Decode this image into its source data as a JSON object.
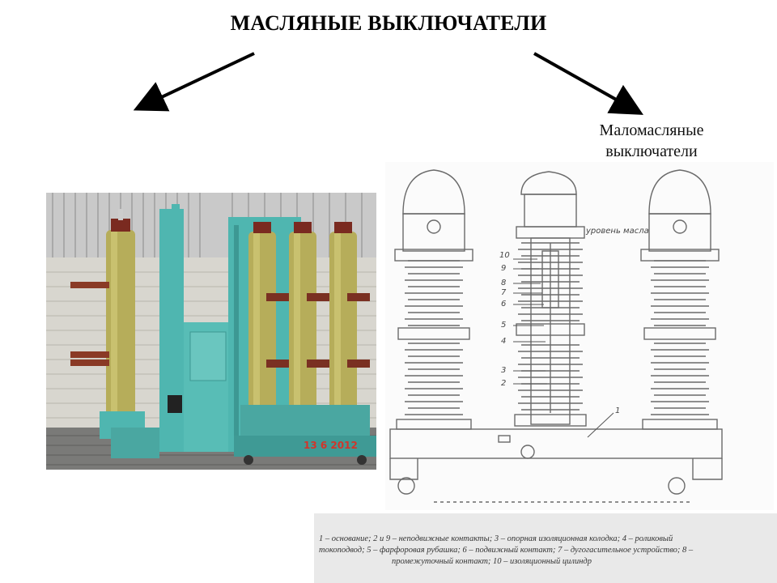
{
  "title": "МАСЛЯНЫЕ ВЫКЛЮЧАТЕЛИ",
  "subtitle_line1": "Маломасляные",
  "subtitle_line2": "выключатели",
  "drawing": {
    "oil_level_label": "уровень масла",
    "callouts": [
      "10",
      "9",
      "8",
      "7",
      "6",
      "5",
      "4",
      "3",
      "2",
      "1"
    ]
  },
  "photo": {
    "date_stamp": "13 6 2012"
  },
  "legend": {
    "line1": "1 – основание; 2 и 9 – неподвижные контакты; 3 – опорная изоляционная колодка; 4 – роликовый",
    "line2": "токоподвод; 5 – фарфоровая рубашка; 6 – подвижный контакт; 7 – дугогасительное устройство; 8 –",
    "line3": "промежуточный контакт; 10 – изоляционный цилиндр"
  },
  "colors": {
    "cabinet": "#4fb6b0",
    "insulator": "#b6ad5a",
    "wall": "#cfcfcf"
  }
}
